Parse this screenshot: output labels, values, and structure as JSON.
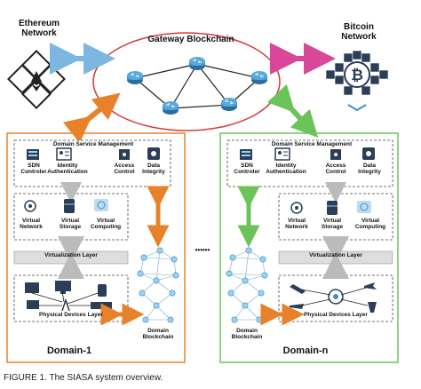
{
  "networks": {
    "ethereum": "Ethereum\nNetwork",
    "gateway": "Gateway Blockchain",
    "bitcoin": "Bitcoin\nNetwork"
  },
  "domains": [
    {
      "id": "domain-1",
      "title": "Domain-1",
      "service_title": "Domain Service Management",
      "services": [
        "SDN\nControler",
        "Identity\nAuthentication",
        "Access\nControl",
        "Data\nIntegrity"
      ],
      "virtual": [
        "Virtual\nNetwork",
        "Virtual\nStorage",
        "Virtual\nComputing"
      ],
      "virtualization_layer": "Virtualization Layer",
      "physical_layer": "Physical Devices Layer",
      "blockchain": "Domain\nBlockchain"
    },
    {
      "id": "domain-n",
      "title": "Domain-n",
      "service_title": "Domain Service Management",
      "services": [
        "SDN\nControler",
        "Identity\nAuthentication",
        "Access\nControl",
        "Data\nIntegrity"
      ],
      "virtual": [
        "Virtual\nNetwork",
        "Virtual\nStorage",
        "Virtual\nComputing"
      ],
      "virtualization_layer": "Virtualization Layer",
      "physical_layer": "Physical Devices Layer",
      "blockchain": "Domain\nBlockchain"
    }
  ],
  "ellipsis": "••••••",
  "caption": "FIGURE 1. The SIASA system overview.",
  "colors": {
    "orange": "#e8822a",
    "green": "#6cc35a",
    "red": "#d63a3a",
    "blue_arrow": "#7db6e0",
    "pink_arrow": "#d9479a",
    "router": "#3d8fc9",
    "dark": "#2b3d57"
  }
}
